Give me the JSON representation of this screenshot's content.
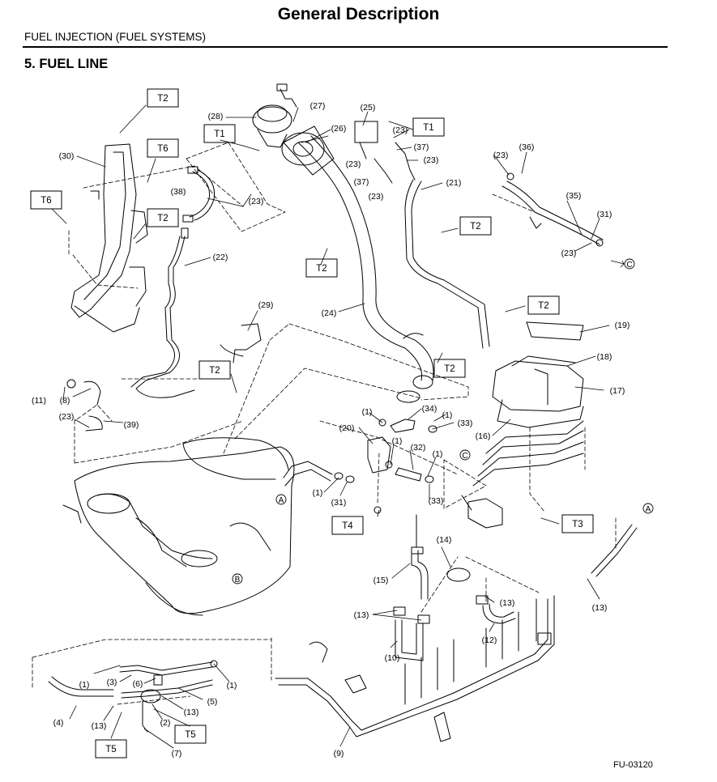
{
  "header": {
    "title": "General Description",
    "section": "FUEL INJECTION (FUEL SYSTEMS)",
    "heading": "5.  FUEL LINE"
  },
  "figure_id": "FU-03120",
  "torque_labels": [
    "T1",
    "T2",
    "T3",
    "T4",
    "T5",
    "T6"
  ],
  "part_callouts": [
    "(1)",
    "(2)",
    "(3)",
    "(4)",
    "(5)",
    "(6)",
    "(7)",
    "(8)",
    "(9)",
    "(10)",
    "(11)",
    "(12)",
    "(13)",
    "(14)",
    "(15)",
    "(16)",
    "(17)",
    "(18)",
    "(19)",
    "(20)",
    "(21)",
    "(22)",
    "(23)",
    "(24)",
    "(25)",
    "(26)",
    "(27)",
    "(28)",
    "(29)",
    "(30)",
    "(31)",
    "(32)",
    "(33)",
    "(34)",
    "(35)",
    "(36)",
    "(37)",
    "(38)",
    "(39)"
  ],
  "connector_letters": [
    "A",
    "B",
    "C"
  ]
}
